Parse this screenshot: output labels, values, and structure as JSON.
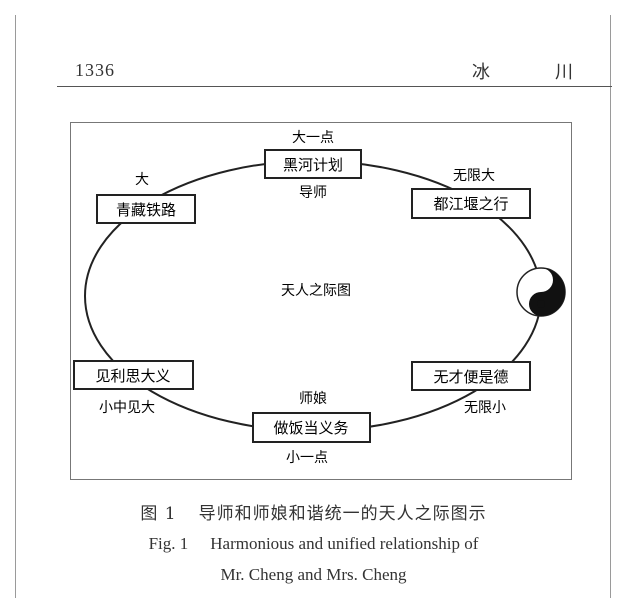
{
  "header": {
    "page_number": "1336",
    "author_char_1": "冰",
    "author_char_2": "川"
  },
  "diagram": {
    "center_label": "天人之际图",
    "nodes": {
      "top": {
        "box": "黑河计划",
        "above": "大一点",
        "below": "导师"
      },
      "top_right": {
        "box": "都江堰之行",
        "above": "无限大"
      },
      "top_left": {
        "box": "青藏铁路",
        "above": "大"
      },
      "bottom_left": {
        "box": "见利思大义",
        "below": "小中见大"
      },
      "bottom": {
        "box": "做饭当义务",
        "above": "师娘",
        "below": "小一点"
      },
      "bottom_right": {
        "box": "无才便是德",
        "below": "无限小"
      }
    },
    "symbol": "yin-yang"
  },
  "caption": {
    "cn_fig": "图 1",
    "cn_text": "导师和师娘和谐统一的天人之际图示",
    "en_fig": "Fig. 1",
    "en_text_1": "Harmonious and unified relationship of",
    "en_text_2": "Mr. Cheng and Mrs. Cheng"
  }
}
